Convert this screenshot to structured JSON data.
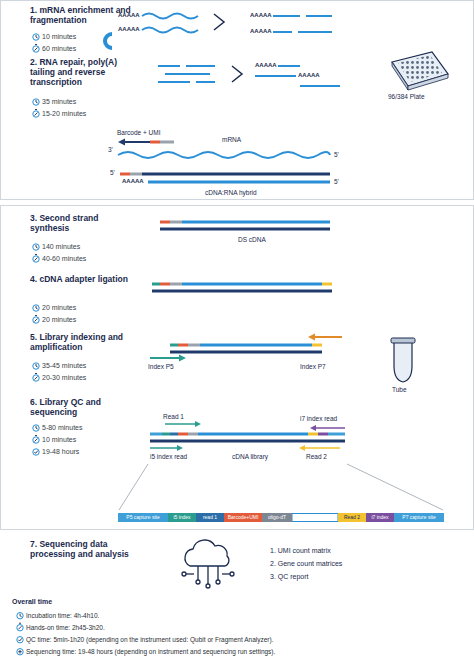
{
  "diagram": {
    "nodes": [
      {
        "text": [
          "P5 capture site"
        ]
      },
      {
        "text": [
          "i5 index"
        ]
      },
      {
        "text": [
          "read 1"
        ]
      },
      {
        "text": [
          "Barcode+UMI"
        ]
      },
      {
        "text": [
          "oligo-dT"
        ]
      },
      {
        "text": [
          "Read 2"
        ]
      },
      {
        "text": [
          "i7 index"
        ]
      },
      {
        "text": [
          "P7 capture site"
        ]
      }
    ],
    "labels": [
      "1. mRNA enrichment and fragmentation",
      "10 minutes",
      "60 minutes",
      "AAAAA",
      "AAAAA",
      "AAAAA",
      "AAAAA",
      "2. RNA repair, poly(A) tailing and reverse transcription",
      "35 minutes",
      "15-20 minutes",
      "AAAAA",
      "AAAAA",
      "96/384 Plate",
      "Barcode + UMI",
      "3'",
      "mRNA",
      "5'",
      "5'",
      "5'",
      "AAAAA",
      "cDNA:RNA hybrid",
      "3. Second strand synthesis",
      "140 minutes",
      "40-60 minutes",
      "DS cDNA",
      "4. cDNA adapter ligation",
      "20 minutes",
      "20 minutes",
      "5. Library indexing and amplification",
      "35-45 minutes",
      "20-30 minutes",
      "Index P5",
      "Index P7",
      "Tube",
      "6. Library QC and sequencing",
      "5-80 minutes",
      "10 minutes",
      "19-48 hours",
      "Read 1",
      "i7 index read",
      "i5 index read",
      "cDNA library",
      "Read 2",
      "7. Sequencing data processing and analysis",
      "1. UMI count matrix",
      "2. Gene count matrices",
      "3. QC report",
      "Overall time",
      "Incubation time: 4h-4h10.",
      "Hands-on time: 2h45-3h20.",
      "QC time: 5min-1h20 (depending on the instrument used: Qubit or Fragment Analyzer).",
      "Sequencing time: 19-48 hours (depending on instrument and sequencing run settings)."
    ]
  }
}
